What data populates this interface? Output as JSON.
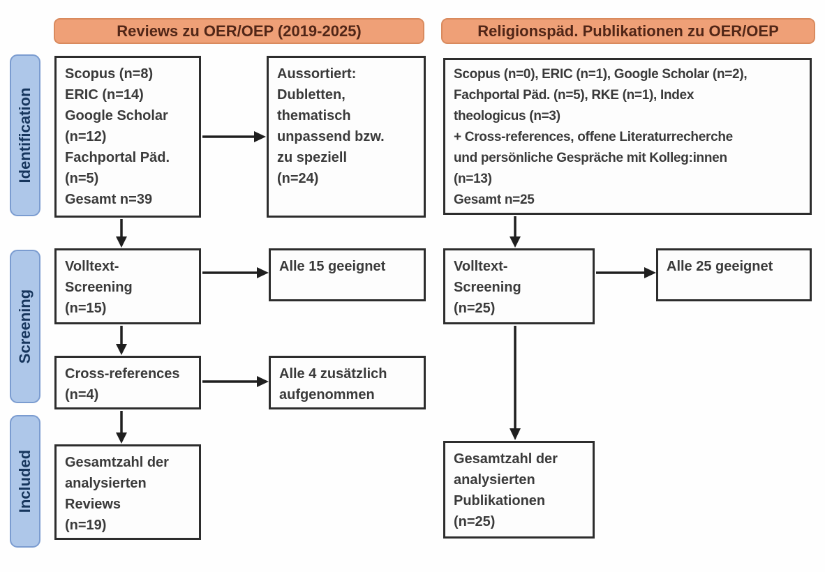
{
  "diagram": {
    "stages": {
      "identification": "Identification",
      "screening": "Screening",
      "included": "Included"
    },
    "left": {
      "header": "Reviews zu OER/OEP (2019-2025)",
      "identification_box": "Scopus (n=8)\nERIC (n=14)\nGoogle Scholar\n(n=12)\nFachportal Päd.\n(n=5)\nGesamt n=39",
      "excluded_box": "Aussortiert:\nDubletten,\nthematisch\nunpassend bzw.\nzu speziell\n(n=24)",
      "screening_box": "Volltext-\nScreening\n(n=15)",
      "screening_result_box": "Alle 15 geeignet",
      "crossref_box": "Cross-references\n(n=4)",
      "crossref_result_box": "Alle 4 zusätzlich\naufgenommen",
      "included_box": "Gesamtzahl der\nanalysierten\nReviews\n(n=19)"
    },
    "right": {
      "header": "Religionspäd. Publikationen zu OER/OEP",
      "identification_box": "Scopus (n=0), ERIC (n=1), Google Scholar (n=2),\nFachportal Päd. (n=5), RKE (n=1), Index\ntheologicus (n=3)\n+ Cross-references, offene Literaturrecherche\nund persönliche Gespräche mit Kolleg:innen\n(n=13)\nGesamt n=25",
      "screening_box": "Volltext-\nScreening\n(n=25)",
      "screening_result_box": "Alle 25 geeignet",
      "included_box": "Gesamtzahl der\nanalysierten\nPublikationen\n(n=25)"
    },
    "colors": {
      "header_fill": "#EFA077",
      "header_border": "#D98A5E",
      "header_text": "#512617",
      "stage_fill": "#AEC7E9",
      "stage_border": "#7B9CD0",
      "stage_text": "#17365D",
      "box_border": "#2D2D2D",
      "box_text": "#3A3A3A",
      "arrow": "#1F1F1F"
    }
  }
}
